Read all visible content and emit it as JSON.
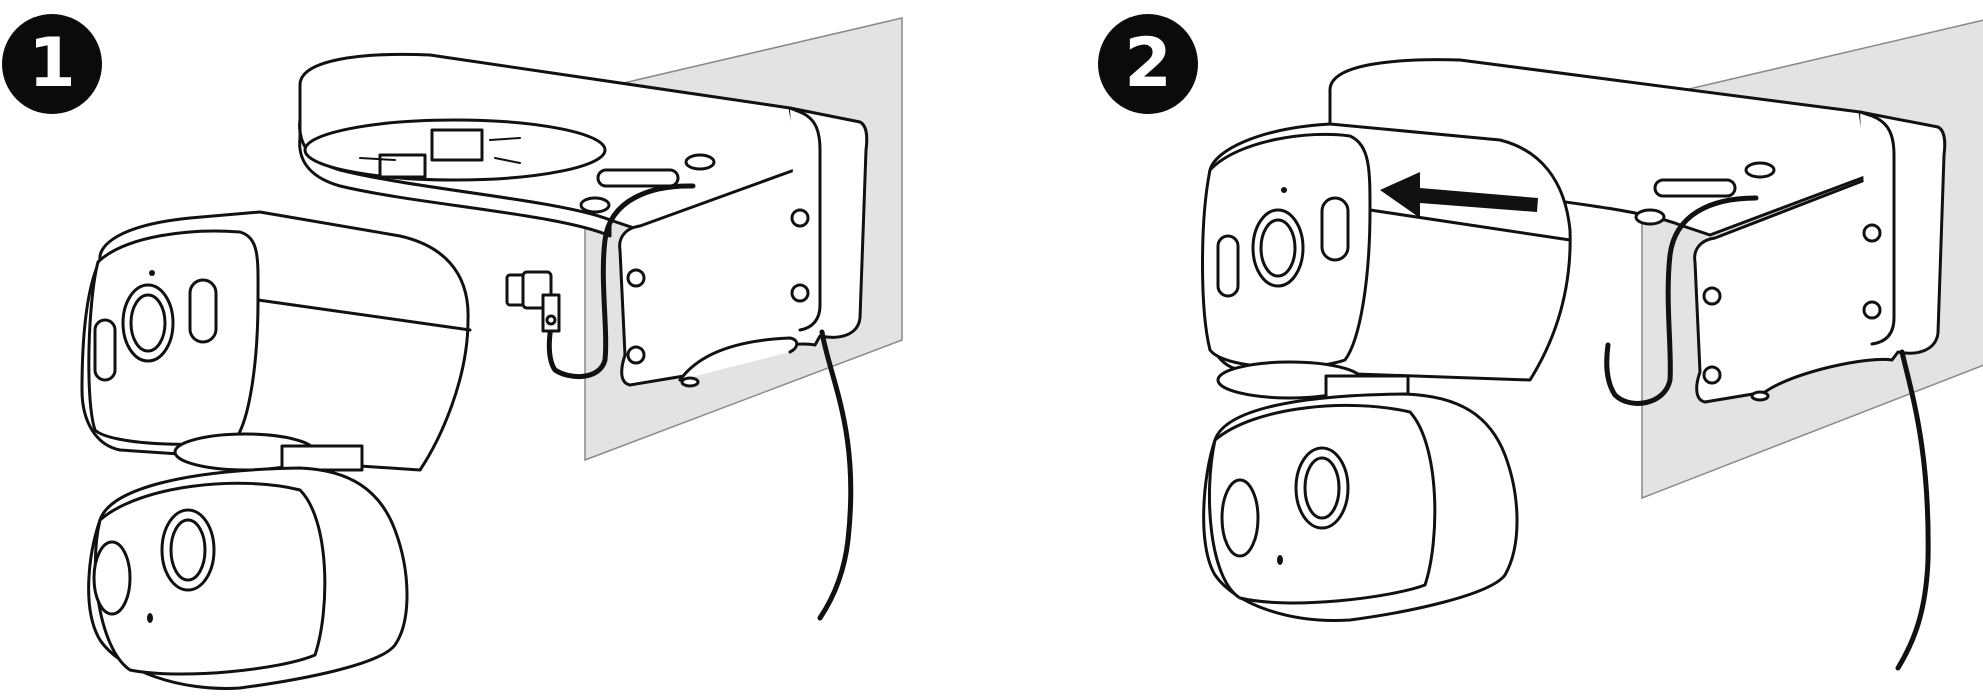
{
  "steps": [
    {
      "number": "1"
    },
    {
      "number": "2"
    }
  ],
  "colors": {
    "badge_background": "#0b0b0b",
    "badge_text": "#ffffff",
    "wall_fill": "#e3e3e3",
    "outline": "#111111"
  },
  "icons": {
    "step_1_direction": "none",
    "step_2_direction": "arrow-left-icon"
  }
}
